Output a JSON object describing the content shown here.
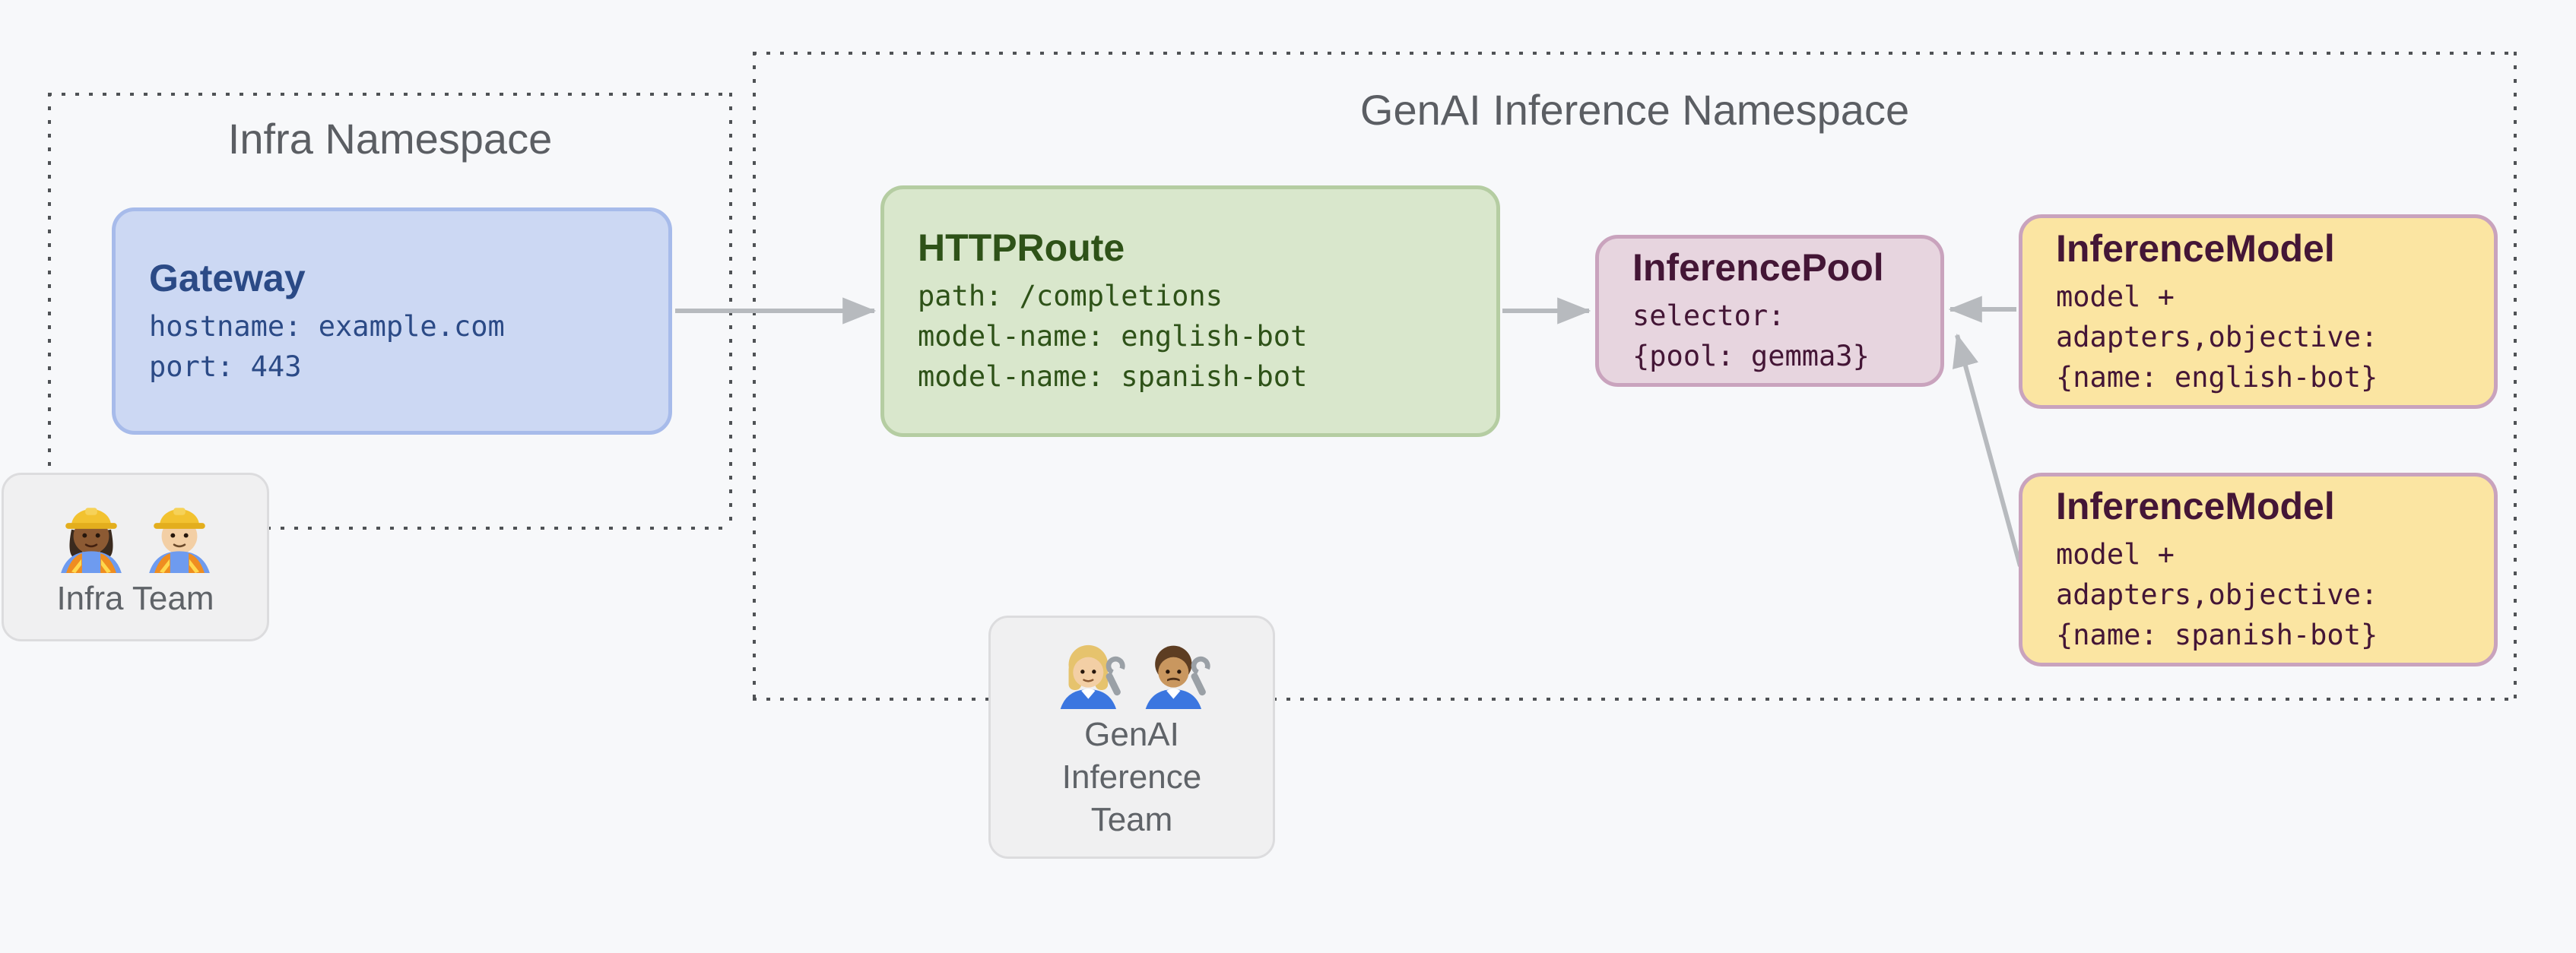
{
  "canvas": {
    "background": "#f7f8fa"
  },
  "arrows": {
    "color": "#b7babe"
  },
  "namespaces": {
    "infra": {
      "title": "Infra Namespace"
    },
    "genai": {
      "title": "GenAI Inference Namespace"
    }
  },
  "nodes": {
    "gateway": {
      "title": "Gateway",
      "lines": [
        "hostname: example.com",
        "port: 443"
      ],
      "fill": "#ccd8f3",
      "border": "#a7bbea",
      "text": "#2b4a86"
    },
    "httproute": {
      "title": "HTTPRoute",
      "lines": [
        "path: /completions",
        "model-name: english-bot",
        "model-name: spanish-bot"
      ],
      "fill": "#d9e7cc",
      "border": "#b5cda2",
      "text": "#2e5218"
    },
    "inferencepool": {
      "title": "InferencePool",
      "lines": [
        "selector:",
        "{pool: gemma3}"
      ],
      "fill": "#e7d5df",
      "border": "#c9a3bd",
      "text": "#441636"
    },
    "inferencemodel_english": {
      "title": "InferenceModel",
      "lines": [
        "model +",
        "adapters,objective:",
        "{name: english-bot}"
      ],
      "fill": "#fbe5a2",
      "border": "#c9a3bd",
      "text": "#441636"
    },
    "inferencemodel_spanish": {
      "title": "InferenceModel",
      "lines": [
        "model +",
        "adapters,objective:",
        "{name: spanish-bot}"
      ],
      "fill": "#fbe5a2",
      "border": "#c9a3bd",
      "text": "#441636"
    }
  },
  "teams": {
    "infra": {
      "label": "Infra Team",
      "icons": [
        "woman-construction-worker",
        "man-construction-worker"
      ]
    },
    "genai": {
      "label_lines": [
        "GenAI",
        "Inference",
        "Team"
      ],
      "icons": [
        "woman-mechanic",
        "man-mechanic"
      ]
    }
  },
  "edges": [
    {
      "from": "Gateway",
      "to": "HTTPRoute"
    },
    {
      "from": "HTTPRoute",
      "to": "InferencePool"
    },
    {
      "from": "InferenceModel english-bot",
      "to": "InferencePool"
    },
    {
      "from": "InferenceModel spanish-bot",
      "to": "InferencePool"
    }
  ]
}
